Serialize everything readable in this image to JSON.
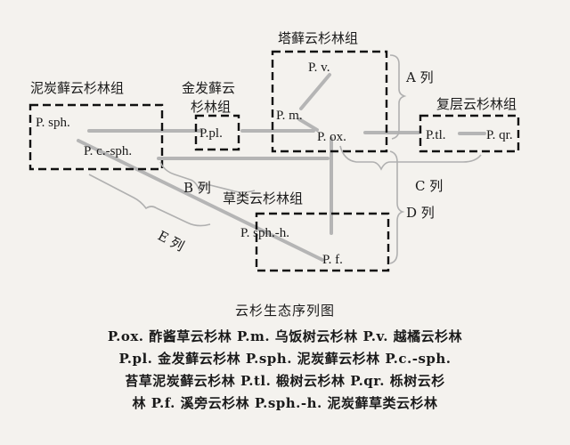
{
  "diagram": {
    "groups": {
      "tai_xian": "塔藓云杉林组",
      "ni_tan": "泥炭藓云杉林组",
      "jin_fa_line1": "金发藓云",
      "jin_fa_line2": "杉林组",
      "fu_ceng": "复层云杉林组",
      "cao_lei": "草类云杉林组"
    },
    "nodes": {
      "pv": "P. v.",
      "pm": "P. m.",
      "pox": "P. ox.",
      "ppl": "P.pl.",
      "psph": "P. sph.",
      "pcsph": "P. c.-sph.",
      "ptl": "P.tl.",
      "pqr": "P. qr.",
      "psphh": "P. sph.-h.",
      "pf": "P. f."
    },
    "series": {
      "a": "A 列",
      "b": "B 列",
      "c": "C 列",
      "d": "D 列",
      "e": "E 列"
    }
  },
  "caption": "云杉生态序列图",
  "legend": {
    "line1": "P.ox. 酢酱草云杉林   P.m. 乌饭树云杉林   P.v. 越橘云杉林",
    "line2": "P.pl. 金发藓云杉林   P.sph. 泥炭藓云杉林   P.c.-sph.",
    "line3": "苔草泥炭藓云杉林   P.tl. 椴树云杉林   P.qr. 栎树云杉",
    "line4": "林   P.f. 溪旁云杉林   P.sph.-h. 泥炭藓草类云杉林"
  }
}
